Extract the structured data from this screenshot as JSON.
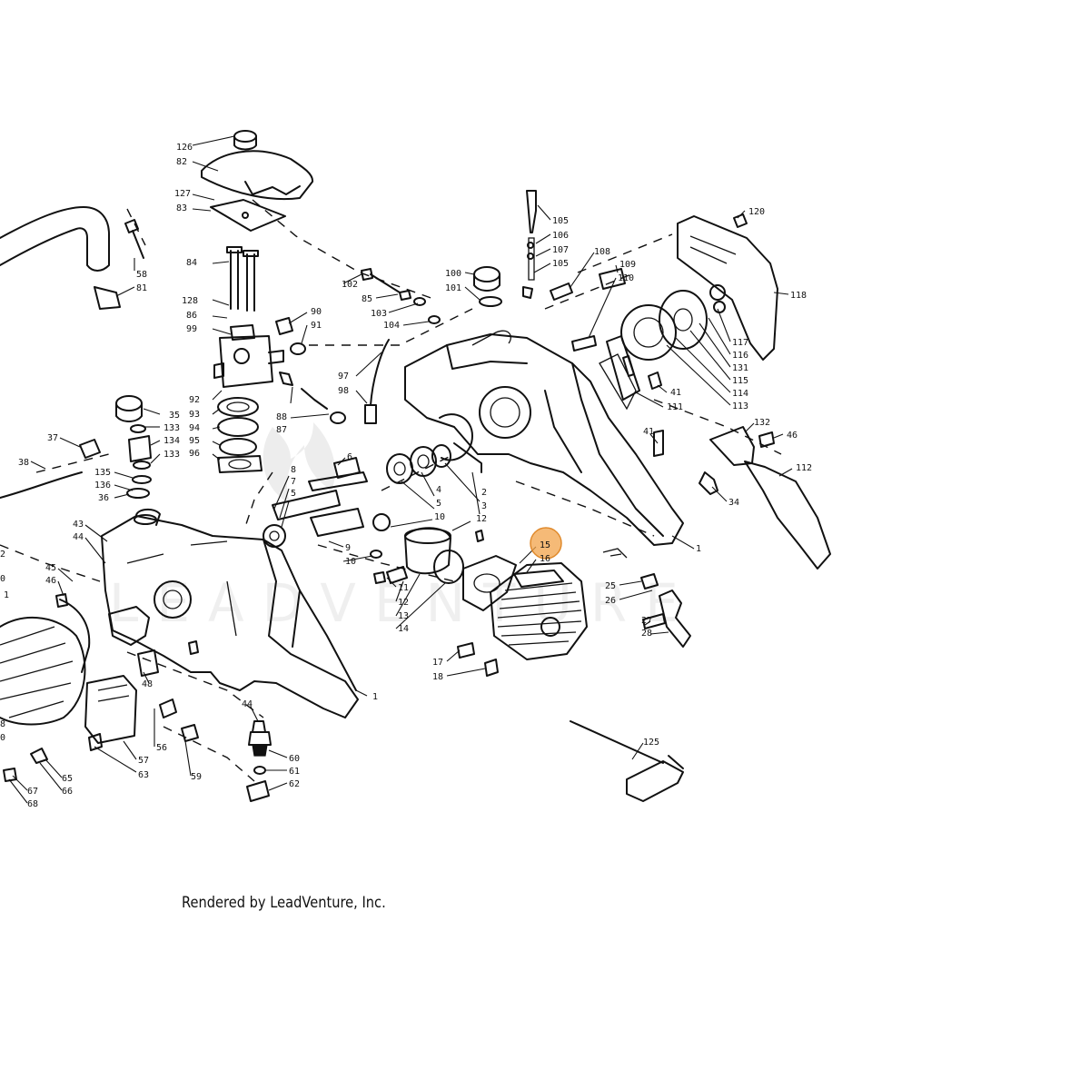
{
  "credit": "Rendered by LeadVenture, Inc.",
  "watermark_icon": "flame-logo-icon",
  "highlight_color": "#f1a34a",
  "callouts": [
    {
      "id": "126",
      "label": "126"
    },
    {
      "id": "82",
      "label": "82"
    },
    {
      "id": "127",
      "label": "127"
    },
    {
      "id": "83",
      "label": "83"
    },
    {
      "id": "58",
      "label": "58"
    },
    {
      "id": "81",
      "label": "81"
    },
    {
      "id": "84",
      "label": "84"
    },
    {
      "id": "128",
      "label": "128"
    },
    {
      "id": "86",
      "label": "86"
    },
    {
      "id": "99",
      "label": "99"
    },
    {
      "id": "90",
      "label": "90"
    },
    {
      "id": "91",
      "label": "91"
    },
    {
      "id": "92",
      "label": "92"
    },
    {
      "id": "93",
      "label": "93"
    },
    {
      "id": "94",
      "label": "94"
    },
    {
      "id": "95",
      "label": "95"
    },
    {
      "id": "96",
      "label": "96"
    },
    {
      "id": "88",
      "label": "88"
    },
    {
      "id": "87",
      "label": "87"
    },
    {
      "id": "35",
      "label": "35"
    },
    {
      "id": "133a",
      "label": "133"
    },
    {
      "id": "134",
      "label": "134"
    },
    {
      "id": "133b",
      "label": "133"
    },
    {
      "id": "37",
      "label": "37"
    },
    {
      "id": "38",
      "label": "38"
    },
    {
      "id": "135",
      "label": "135"
    },
    {
      "id": "136",
      "label": "136"
    },
    {
      "id": "36",
      "label": "36"
    },
    {
      "id": "102",
      "label": "102"
    },
    {
      "id": "85",
      "label": "85"
    },
    {
      "id": "103",
      "label": "103"
    },
    {
      "id": "104",
      "label": "104"
    },
    {
      "id": "100",
      "label": "100"
    },
    {
      "id": "101",
      "label": "101"
    },
    {
      "id": "97",
      "label": "97"
    },
    {
      "id": "98",
      "label": "98"
    },
    {
      "id": "105a",
      "label": "105"
    },
    {
      "id": "106",
      "label": "106"
    },
    {
      "id": "107",
      "label": "107"
    },
    {
      "id": "105b",
      "label": "105"
    },
    {
      "id": "108",
      "label": "108"
    },
    {
      "id": "109",
      "label": "109"
    },
    {
      "id": "110",
      "label": "110"
    },
    {
      "id": "120",
      "label": "120"
    },
    {
      "id": "118",
      "label": "118"
    },
    {
      "id": "117",
      "label": "117"
    },
    {
      "id": "116",
      "label": "116"
    },
    {
      "id": "131",
      "label": "131"
    },
    {
      "id": "115",
      "label": "115"
    },
    {
      "id": "114",
      "label": "114"
    },
    {
      "id": "113",
      "label": "113"
    },
    {
      "id": "41a",
      "label": "41"
    },
    {
      "id": "111",
      "label": "111"
    },
    {
      "id": "41b",
      "label": "41"
    },
    {
      "id": "132",
      "label": "132"
    },
    {
      "id": "46a",
      "label": "46"
    },
    {
      "id": "112",
      "label": "112"
    },
    {
      "id": "34",
      "label": "34"
    },
    {
      "id": "6",
      "label": "6"
    },
    {
      "id": "8",
      "label": "8"
    },
    {
      "id": "7",
      "label": "7"
    },
    {
      "id": "5a",
      "label": "5"
    },
    {
      "id": "4",
      "label": "4"
    },
    {
      "id": "5b",
      "label": "5"
    },
    {
      "id": "2",
      "label": "2"
    },
    {
      "id": "3",
      "label": "3"
    },
    {
      "id": "10a",
      "label": "10"
    },
    {
      "id": "12a",
      "label": "12"
    },
    {
      "id": "9",
      "label": "9"
    },
    {
      "id": "10b",
      "label": "10"
    },
    {
      "id": "1a",
      "label": "1"
    },
    {
      "id": "15",
      "label": "15"
    },
    {
      "id": "16",
      "label": "16"
    },
    {
      "id": "11",
      "label": "11"
    },
    {
      "id": "12b",
      "label": "12"
    },
    {
      "id": "13",
      "label": "13"
    },
    {
      "id": "14",
      "label": "14"
    },
    {
      "id": "25",
      "label": "25"
    },
    {
      "id": "26",
      "label": "26"
    },
    {
      "id": "27",
      "label": "27"
    },
    {
      "id": "28",
      "label": "28"
    },
    {
      "id": "17",
      "label": "17"
    },
    {
      "id": "18",
      "label": "18"
    },
    {
      "id": "43",
      "label": "43"
    },
    {
      "id": "44",
      "label": "44"
    },
    {
      "id": "45",
      "label": "45"
    },
    {
      "id": "46b",
      "label": "46"
    },
    {
      "id": "2b",
      "label": "2"
    },
    {
      "id": "0a",
      "label": "0"
    },
    {
      "id": "1b",
      "label": "1"
    },
    {
      "id": "48",
      "label": "48"
    },
    {
      "id": "1c",
      "label": "1"
    },
    {
      "id": "44b",
      "label": "44"
    },
    {
      "id": "60",
      "label": "60"
    },
    {
      "id": "61",
      "label": "61"
    },
    {
      "id": "62",
      "label": "62"
    },
    {
      "id": "57",
      "label": "57"
    },
    {
      "id": "56",
      "label": "56"
    },
    {
      "id": "63",
      "label": "63"
    },
    {
      "id": "59",
      "label": "59"
    },
    {
      "id": "65",
      "label": "65"
    },
    {
      "id": "66",
      "label": "66"
    },
    {
      "id": "67",
      "label": "67"
    },
    {
      "id": "68",
      "label": "68"
    },
    {
      "id": "8b",
      "label": "8"
    },
    {
      "id": "0b",
      "label": "0"
    },
    {
      "id": "125",
      "label": "125"
    }
  ]
}
